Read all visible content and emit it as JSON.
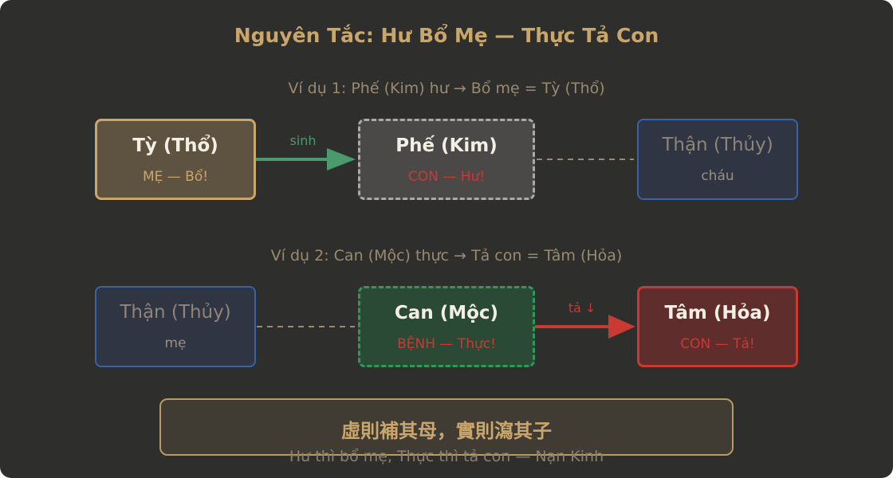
{
  "title": "Nguyên Tắc: Hư Bổ Mẹ — Thực Tả Con",
  "example1": {
    "heading": "Ví dụ 1: Phế (Kim) hư → Bổ mẹ = Tỳ (Thổ)",
    "nodes": [
      {
        "name": "Tỳ (Thổ)",
        "role": "MẸ — Bổ!"
      },
      {
        "name": "Phế (Kim)",
        "role": "CON — Hư!"
      },
      {
        "name": "Thận (Thủy)",
        "role": "cháu"
      }
    ],
    "arrow_label": "sinh"
  },
  "example2": {
    "heading": "Ví dụ 2: Can (Mộc) thực → Tả con = Tâm (Hỏa)",
    "nodes": [
      {
        "name": "Thận (Thủy)",
        "role": "mẹ"
      },
      {
        "name": "Can (Mộc)",
        "role": "BỆNH — Thực!"
      },
      {
        "name": "Tâm (Hỏa)",
        "role": "CON — Tả!"
      }
    ],
    "arrow_label": "tả ↓"
  },
  "quote": {
    "chinese": "虛則補其母，實則瀉其子",
    "translation": "Hư thì bổ mẹ, Thực thì tả con — Nạn Kinh"
  },
  "colors": {
    "gold": "#c9a66b",
    "green": "#4a9a6e",
    "red": "#c83a32",
    "blue": "#3a62a8"
  }
}
